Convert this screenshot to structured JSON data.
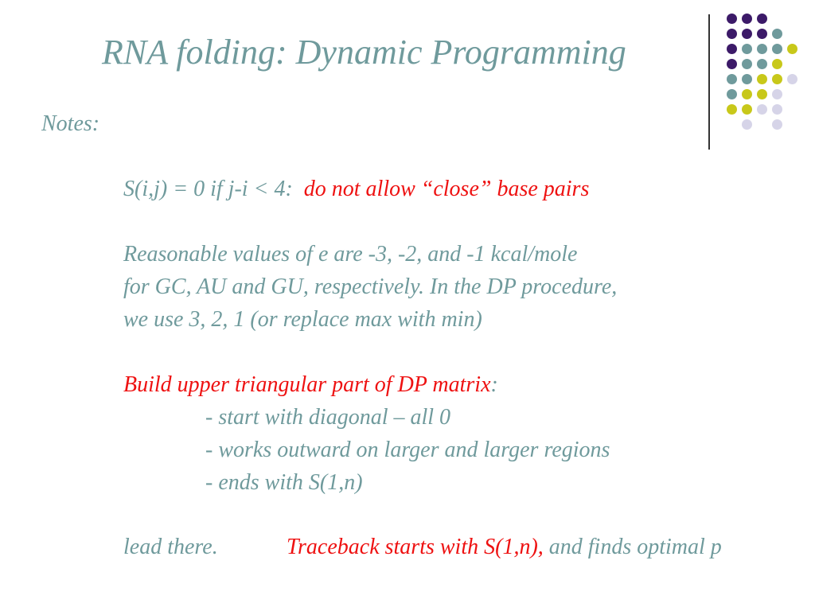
{
  "slide": {
    "title": "RNA folding: Dynamic Programming",
    "notes_label": "Notes:",
    "rule_line": {
      "math": "S(i,j) = 0 if j-i < 4:",
      "emphasis": "do not allow “close” base pairs"
    },
    "energy_lines": [
      "Reasonable values of e are -3, -2, and -1 kcal/mole",
      "for GC, AU and GU, respectively.  In the DP procedure,",
      "we use 3, 2, 1 (or replace max with min)"
    ],
    "build": {
      "heading": "Build upper triangular part of DP matrix",
      "colon": ":",
      "steps": [
        "- start with diagonal – all 0",
        "- works outward on larger and larger  regions",
        "- ends with S(1,n)"
      ]
    },
    "traceback": {
      "lead": "lead there.",
      "emphasis": "Traceback starts with S(1,n),",
      "rest": " and finds optimal p"
    }
  },
  "decor_colors": {
    "purple": "#3c1a68",
    "teal": "#6f9a9c",
    "yellow": "#c8c81a",
    "lavender": "#d6d4e8"
  }
}
